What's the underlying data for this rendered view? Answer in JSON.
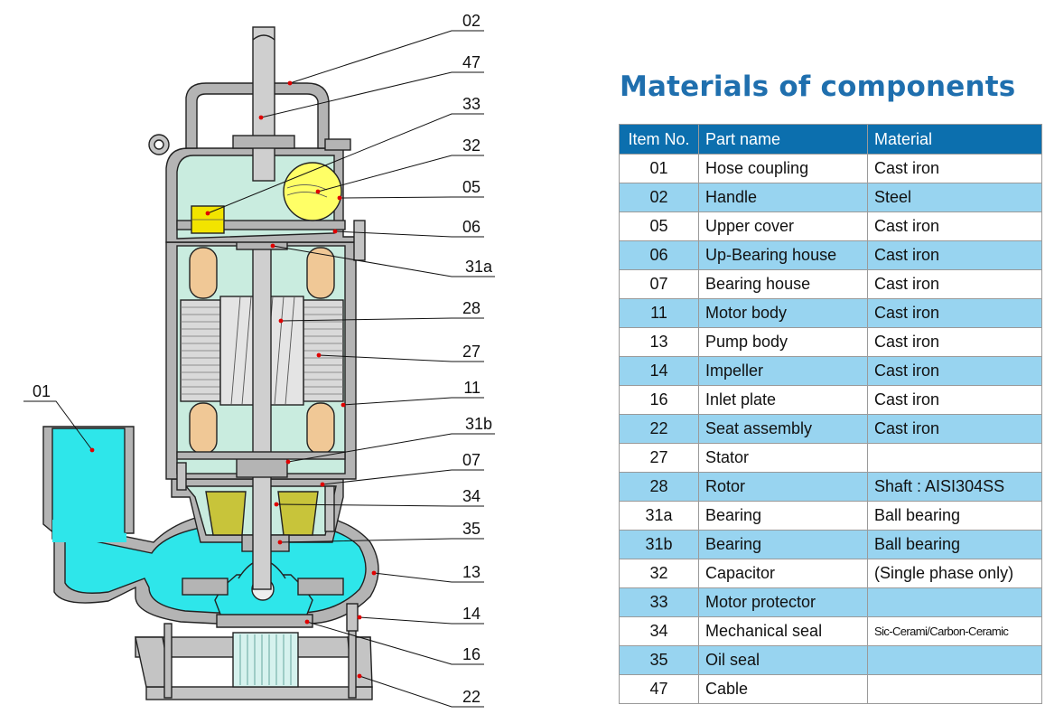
{
  "title": "Materials of components",
  "table": {
    "headers": [
      "Item No.",
      "Part name",
      "Material"
    ],
    "rows": [
      [
        "01",
        "Hose coupling",
        "Cast iron"
      ],
      [
        "02",
        "Handle",
        "Steel"
      ],
      [
        "05",
        "Upper cover",
        "Cast iron"
      ],
      [
        "06",
        "Up-Bearing house",
        "Cast iron"
      ],
      [
        "07",
        "Bearing house",
        "Cast iron"
      ],
      [
        "11",
        "Motor body",
        "Cast iron"
      ],
      [
        "13",
        "Pump body",
        "Cast iron"
      ],
      [
        "14",
        "Impeller",
        "Cast iron"
      ],
      [
        "16",
        "Inlet plate",
        "Cast iron"
      ],
      [
        "22",
        "Seat assembly",
        "Cast iron"
      ],
      [
        "27",
        "Stator",
        ""
      ],
      [
        "28",
        "Rotor",
        "Shaft : AISI304SS"
      ],
      [
        "31a",
        "Bearing",
        "Ball bearing"
      ],
      [
        "31b",
        "Bearing",
        "Ball bearing"
      ],
      [
        "32",
        "Capacitor",
        "(Single phase only)"
      ],
      [
        "33",
        "Motor protector",
        ""
      ],
      [
        "34",
        "Mechanical seal",
        "Sic-Cerami/Carbon-Ceramic"
      ],
      [
        "35",
        "Oil seal",
        ""
      ],
      [
        "47",
        "Cable",
        ""
      ]
    ]
  },
  "callouts": [
    "02",
    "47",
    "33",
    "32",
    "05",
    "06",
    "31a",
    "28",
    "27",
    "11",
    "31b",
    "07",
    "34",
    "35",
    "13",
    "14",
    "16",
    "22",
    "01"
  ],
  "colors": {
    "header_blue": "#0c6fae",
    "row_alt": "#98d4f0",
    "title_blue": "#1f6fae",
    "casing_gray": "#b4b4b4",
    "oil_green": "#c9ecdf",
    "water_cyan": "#2ee6ea",
    "stator_gray": "#d9d9d9",
    "winding_tan": "#f0c896",
    "capacitor_yellow": "#ffff66",
    "seal_olive": "#c8c43a"
  }
}
